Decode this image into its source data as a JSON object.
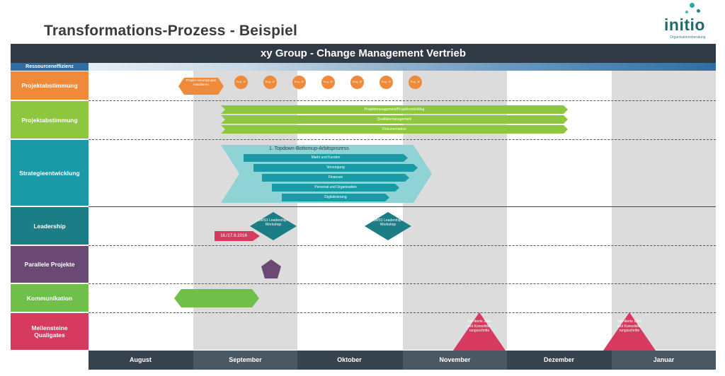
{
  "title": "Transformations-Prozess - Beispiel",
  "logo": {
    "name": "initio",
    "subtitle": "Organisationsberatung"
  },
  "header": "xy Group - Change Management Vertrieb",
  "rows": {
    "ress": "Ressourceneffizienz",
    "projekt1": "Projektabstimmung",
    "projekt2": "Projektabstimmung",
    "strategie": "Strategieentwicklung",
    "leadership": "Leadership",
    "parallel": "Parallele Projekte",
    "kommunikation": "Kommunikation",
    "meilensteine": "Meilensteine Qualigates"
  },
  "months": [
    "August",
    "September",
    "Oktober",
    "November",
    "Dezember",
    "Januar"
  ],
  "projekt1": {
    "hex": "Projekt-steuergruppe installieren",
    "circles": [
      "Proj. JF",
      "Proj. JF",
      "Proj. JF",
      "Proj. JF",
      "Proj. JF",
      "Proj. JF",
      "Proj. JF"
    ]
  },
  "projekt2": {
    "bars": [
      "Projektmanagement/Projektcontrolling",
      "Qualitätsmanagement",
      "Dokumentation"
    ]
  },
  "strategie": {
    "heading": "1. Topdown-Bottomup-Arbitsprozess",
    "bars": [
      "Markt und Kunden",
      "Versorgung",
      "Finanzen",
      "Personal und Organisation",
      "Digitalisierung"
    ]
  },
  "leadership": {
    "date": "16./17.9.2016",
    "workshop1": "LWS1 Leadership-Workshop",
    "workshop2": "LWS1 Leadership-Workshop"
  },
  "meilensteine": {
    "tri1": "Vali-dierte Ziele und Konsolidie-rungsschritte",
    "tri2": "Vali-dierte Ziele und Konsolidie-rungsschritte"
  },
  "colors": {
    "orange": "#ef8a3b",
    "green": "#8dc63f",
    "teal": "#1a9aa6",
    "darkteal": "#1b7e86",
    "purple": "#6a4a75",
    "kommunikation": "#6fbf4a",
    "milestone": "#d63a5e"
  }
}
